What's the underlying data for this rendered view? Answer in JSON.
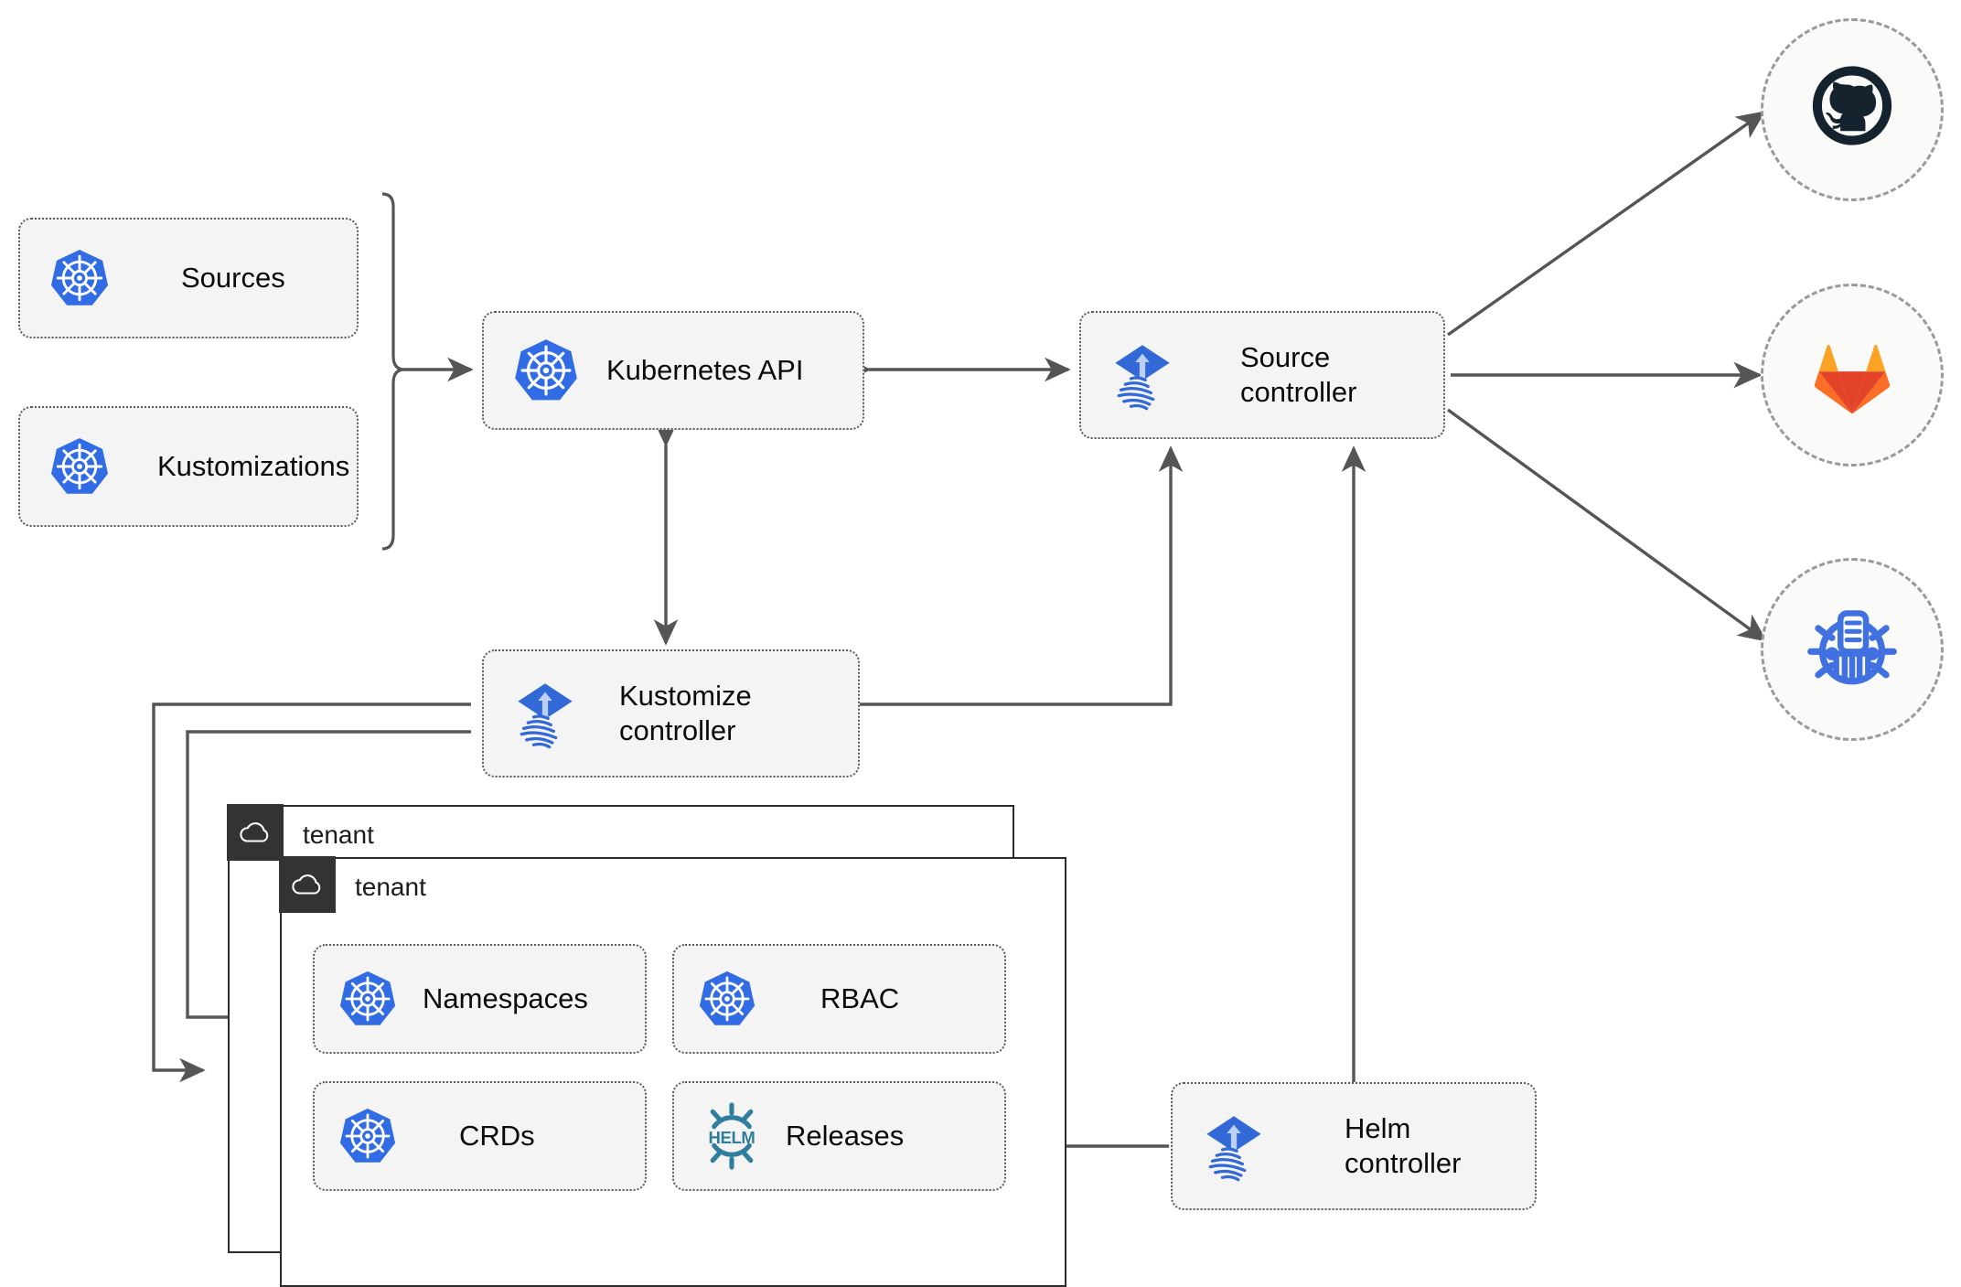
{
  "diagram": {
    "title": "Flux multi-tenancy architecture",
    "colors": {
      "kubernetes_blue": "#326CE5",
      "flux_blue": "#3369D6",
      "helm_teal": "#2F7E9E",
      "gitlab_orange": "#E24329",
      "gitlab_amber": "#FCA326",
      "github_dark": "#15232E",
      "helm_repo_blue": "#4171E1",
      "node_fill": "#f4f4f4",
      "node_border": "#5a5a5a",
      "tenant_header": "#333333",
      "arrow": "#555555"
    }
  },
  "resources": [
    {
      "id": "sources",
      "label": "Sources",
      "icon": "kubernetes-icon"
    },
    {
      "id": "kustomizations",
      "label": "Kustomizations",
      "icon": "kubernetes-icon"
    }
  ],
  "core": {
    "kubernetes_api": {
      "label": "Kubernetes API",
      "icon": "kubernetes-icon"
    },
    "source_controller": {
      "label": "Source\ncontroller",
      "icon": "flux-icon"
    },
    "kustomize_controller": {
      "label": "Kustomize\ncontroller",
      "icon": "flux-icon"
    },
    "helm_controller": {
      "label": "Helm\ncontroller",
      "icon": "flux-icon"
    }
  },
  "providers": [
    {
      "id": "github",
      "icon": "github-icon",
      "name": "GitHub"
    },
    {
      "id": "gitlab",
      "icon": "gitlab-icon",
      "name": "GitLab"
    },
    {
      "id": "helm-repo",
      "icon": "helm-repository-icon",
      "name": "Helm repository"
    }
  ],
  "tenants": [
    {
      "id": "tenant-outer",
      "label": "tenant",
      "icon": "cloud-icon"
    },
    {
      "id": "tenant-inner",
      "label": "tenant",
      "icon": "cloud-icon"
    }
  ],
  "tenant_resources": [
    {
      "id": "namespaces",
      "label": "Namespaces",
      "icon": "kubernetes-icon"
    },
    {
      "id": "rbac",
      "label": "RBAC",
      "icon": "kubernetes-icon"
    },
    {
      "id": "crds",
      "label": "CRDs",
      "icon": "kubernetes-icon"
    },
    {
      "id": "releases",
      "label": "Releases",
      "icon": "helm-icon"
    }
  ],
  "connections": [
    {
      "from": "resources-bracket",
      "to": "kubernetes-api",
      "type": "arrow"
    },
    {
      "from": "kubernetes-api",
      "to": "source-controller",
      "type": "bidirectional"
    },
    {
      "from": "kubernetes-api",
      "to": "kustomize-controller",
      "type": "bidirectional"
    },
    {
      "from": "kustomize-controller",
      "to": "source-controller",
      "type": "arrow"
    },
    {
      "from": "helm-controller",
      "to": "source-controller",
      "type": "arrow"
    },
    {
      "from": "source-controller",
      "to": "github",
      "type": "arrow"
    },
    {
      "from": "source-controller",
      "to": "gitlab",
      "type": "arrow"
    },
    {
      "from": "source-controller",
      "to": "helm-repo",
      "type": "arrow"
    },
    {
      "from": "kustomize-controller",
      "to": "tenant-outer",
      "type": "arrow"
    },
    {
      "from": "kustomize-controller",
      "to": "tenant-inner",
      "type": "arrow"
    },
    {
      "from": "helm-controller",
      "to": "releases",
      "type": "arrow"
    }
  ]
}
